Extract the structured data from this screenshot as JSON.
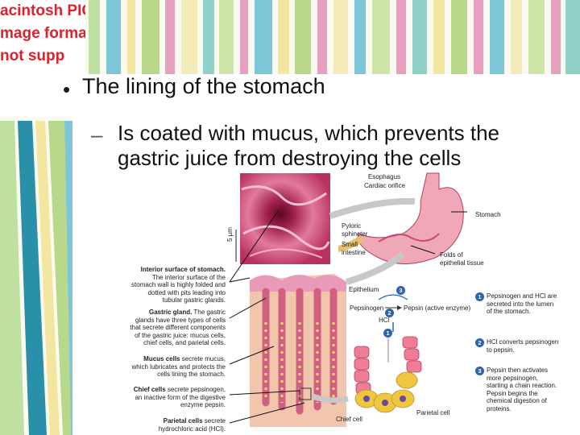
{
  "slide": {
    "title": "The lining of the stomach",
    "subtitle": "Is coated with mucus, which prevents the gastric juice from destroying the cells"
  },
  "missing_image_notice": [
    "acintosh PICT",
    "mage format",
    "not supp"
  ],
  "figure": {
    "scale_label": "5 µm",
    "stomach_labels": {
      "esophagus": "Esophagus",
      "cardiac_orifice": "Cardiac orifice",
      "stomach": "Stomach",
      "pyloric_sphincter": "Pyloric sphincter",
      "small_intestine": "Small intestine",
      "folds": "Folds of epithelial tissue"
    },
    "epithelium": "Epithelium",
    "pepsinogen": "Pepsinogen",
    "pepsin": "Pepsin (active enzyme)",
    "hcl": "HCl",
    "chief_cell": "Chief cell",
    "parietal_cell": "Parietal cell",
    "left_descriptions": [
      {
        "bold": "Interior surface of stomach.",
        "text": "The interior surface of the stomach wall is highly folded and dotted with pits leading into tubular gastric glands."
      },
      {
        "bold": "Gastric gland.",
        "text": "The gastric glands have three types of cells that secrete different components of the gastric juice: mucus cells, chief cells, and parietal cells."
      },
      {
        "bold": "Mucus cells",
        "text": "secrete mucus, which lubricates and protects the cells lining the stomach."
      },
      {
        "bold": "Chief cells",
        "text": "secrete pepsinogen, an inactive form of the digestive enzyme pepsin."
      },
      {
        "bold": "Parietal cells",
        "text": "secrete hydrochloric acid (HCl)."
      }
    ],
    "steps": [
      {
        "num": "1",
        "text": "Pepsinogen and HCl are secreted into the lumen of the stomach."
      },
      {
        "num": "2",
        "text": "HCl converts pepsinogen to pepsin."
      },
      {
        "num": "3",
        "text": "Pepsin then activates more pepsinogen, starting a chain reaction. Pepsin begins the chemical digestion of proteins."
      }
    ]
  },
  "colors": {
    "stripe_green": "#b8d98a",
    "stripe_blue": "#7cc6d8",
    "stripe_pink": "#e8a0c0",
    "stripe_yellow": "#f2e6a0",
    "notice_red": "#e0202a",
    "tissue_pink": "#e98fa8",
    "step_blue": "#2a64b0"
  }
}
